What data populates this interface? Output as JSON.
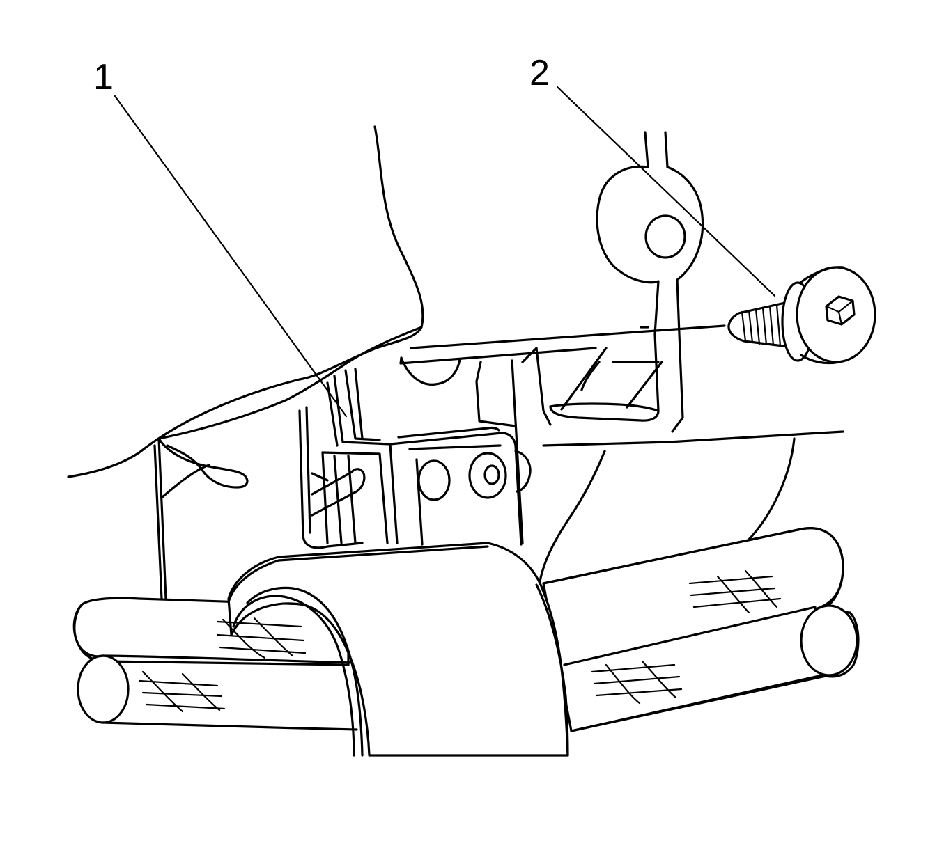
{
  "callouts": [
    {
      "label": "1",
      "icon": "leader-line"
    },
    {
      "label": "2",
      "icon": "leader-line"
    }
  ],
  "colors": {
    "line": "#000000",
    "background": "#ffffff"
  }
}
